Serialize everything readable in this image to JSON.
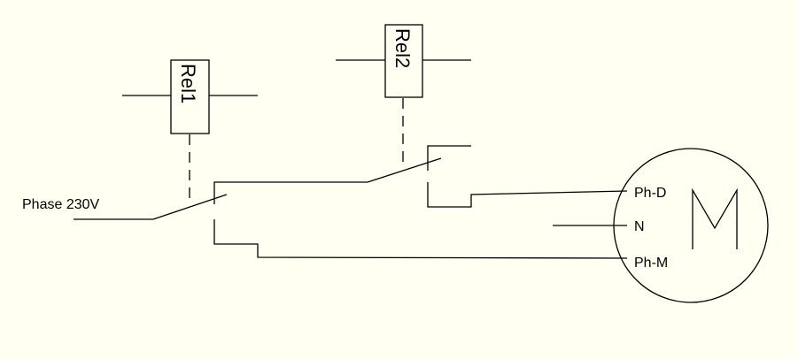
{
  "relays": [
    {
      "label": "Rel1"
    },
    {
      "label": "Rel2"
    }
  ],
  "supply": {
    "label": "Phase 230V"
  },
  "motor": {
    "symbol": "M",
    "terminals": [
      {
        "label": "Ph-D"
      },
      {
        "label": "N"
      },
      {
        "label": "Ph-M"
      }
    ]
  },
  "colors": {
    "background": "#fffff2",
    "line": "#000000"
  }
}
